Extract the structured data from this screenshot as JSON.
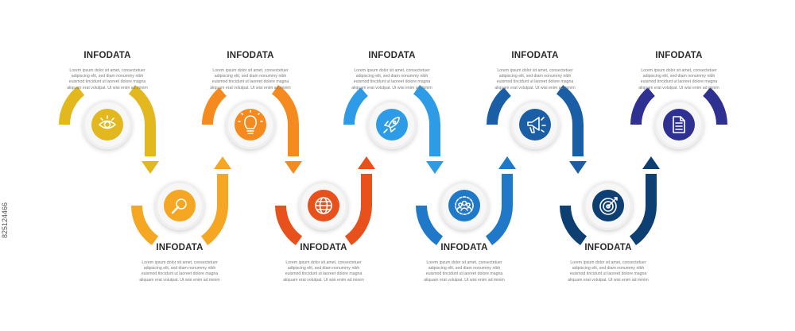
{
  "steps": [
    {
      "title": "INFODATA",
      "text": "Lorem ipsum dolor sit amet, consectetuer adipiscing elit, sed diam nonummy nibh euismod tincidunt ut laoreet dolore magna aliquam erat volutpat. Ut wisi enim ad minim",
      "icon": "eye-icon",
      "color": "#E2B81E",
      "position": "top"
    },
    {
      "title": "INFODATA",
      "text": "Lorem ipsum dolor sit amet, consectetuer adipiscing elit, sed diam nonummy nibh euismod tincidunt ut laoreet dolore magna aliquam erat volutpat. Ut wisi enim ad minim",
      "icon": "magnifier-icon",
      "color": "#F5A623",
      "position": "bottom"
    },
    {
      "title": "INFODATA",
      "text": "Lorem ipsum dolor sit amet, consectetuer adipiscing elit, sed diam nonummy nibh euismod tincidunt ut laoreet dolore magna aliquam erat volutpat. Ut wisi enim ad minim",
      "icon": "lightbulb-icon",
      "color": "#F58A1F",
      "position": "top"
    },
    {
      "title": "INFODATA",
      "text": "Lorem ipsum dolor sit amet, consectetuer adipiscing elit, sed diam nonummy nibh euismod tincidunt ut laoreet dolore magna aliquam erat volutpat. Ut wisi enim ad minim",
      "icon": "globe-icon",
      "color": "#E8501C",
      "position": "bottom"
    },
    {
      "title": "INFODATA",
      "text": "Lorem ipsum dolor sit amet, consectetuer adipiscing elit, sed diam nonummy nibh euismod tincidunt ut laoreet dolore magna aliquam erat volutpat. Ut wisi enim ad minim",
      "icon": "rocket-icon",
      "color": "#2E9BE6",
      "position": "top"
    },
    {
      "title": "INFODATA",
      "text": "Lorem ipsum dolor sit amet, consectetuer adipiscing elit, sed diam nonummy nibh euismod tincidunt ut laoreet dolore magna aliquam erat volutpat. Ut wisi enim ad minim",
      "icon": "team-gear-icon",
      "color": "#1F78C8",
      "position": "bottom"
    },
    {
      "title": "INFODATA",
      "text": "Lorem ipsum dolor sit amet, consectetuer adipiscing elit, sed diam nonummy nibh euismod tincidunt ut laoreet dolore magna aliquam erat volutpat. Ut wisi enim ad minim",
      "icon": "megaphone-icon",
      "color": "#1A5FA6",
      "position": "top"
    },
    {
      "title": "INFODATA",
      "text": "Lorem ipsum dolor sit amet, consectetuer adipiscing elit, sed diam nonummy nibh euismod tincidunt ut laoreet dolore magna aliquam erat volutpat. Ut wisi enim ad minim",
      "icon": "target-icon",
      "color": "#0E3F73",
      "position": "bottom"
    },
    {
      "title": "INFODATA",
      "text": "Lorem ipsum dolor sit amet, consectetuer adipiscing elit, sed diam nonummy nibh euismod tincidunt ut laoreet dolore magna aliquam erat volutpat. Ut wisi enim ad minim",
      "icon": "document-icon",
      "color": "#2E3192",
      "position": "top"
    }
  ],
  "watermark": "825124466"
}
